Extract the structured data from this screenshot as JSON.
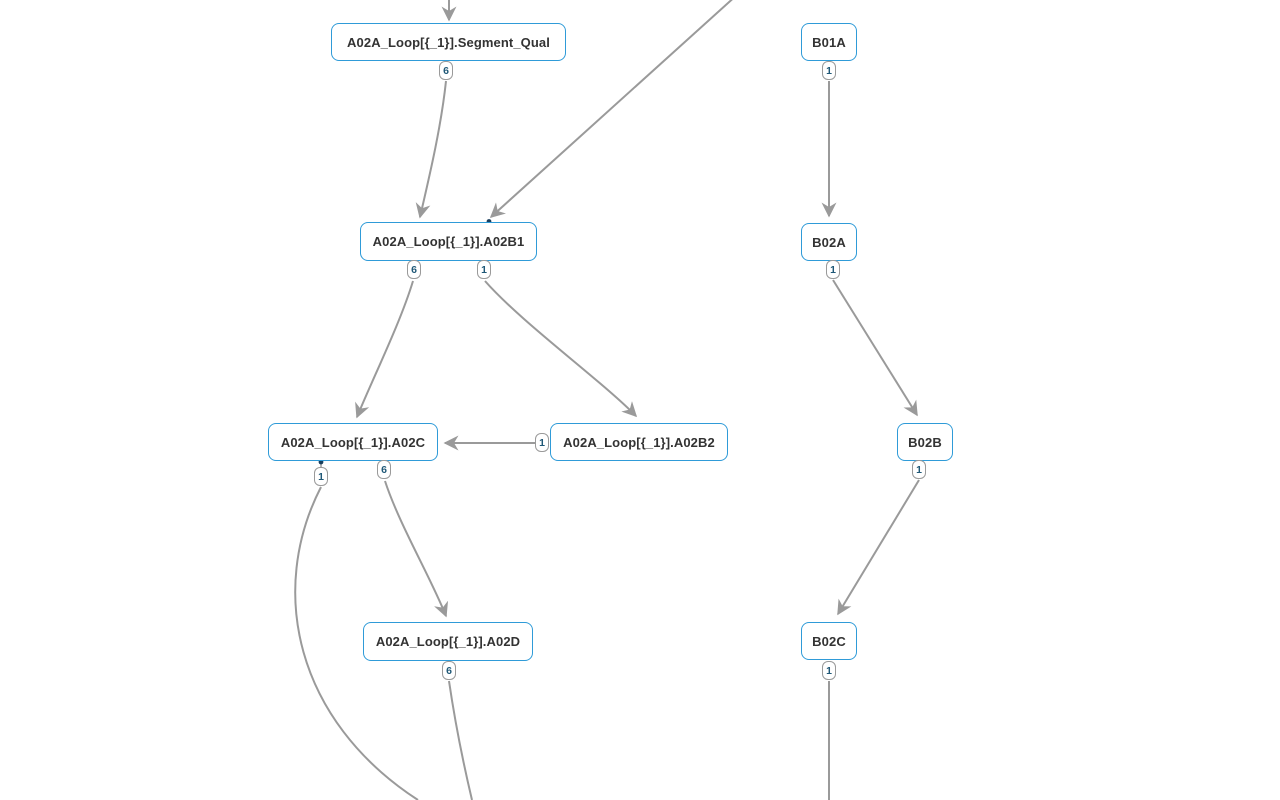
{
  "colors": {
    "node_border": "#2f9bd8",
    "node_text": "#333333",
    "edge": "#9a9a9a",
    "badge_border": "#9a9a9a",
    "badge_text": "#1f5877",
    "port_dot": "#1a3e5c",
    "canvas_bg": "#ffffff"
  },
  "diagram": {
    "nodes": [
      {
        "id": "segment-qual",
        "label": "A02A_Loop[{_1}].Segment_Qual"
      },
      {
        "id": "b01a",
        "label": "B01A"
      },
      {
        "id": "a02b1",
        "label": "A02A_Loop[{_1}].A02B1"
      },
      {
        "id": "b02a",
        "label": "B02A"
      },
      {
        "id": "a02c",
        "label": "A02A_Loop[{_1}].A02C"
      },
      {
        "id": "a02b2",
        "label": "A02A_Loop[{_1}].A02B2"
      },
      {
        "id": "b02b",
        "label": "B02B"
      },
      {
        "id": "a02d",
        "label": "A02A_Loop[{_1}].A02D"
      },
      {
        "id": "b02c",
        "label": "B02C"
      }
    ],
    "badges": [
      {
        "value": "6"
      },
      {
        "value": "1"
      },
      {
        "value": "6"
      },
      {
        "value": "1"
      },
      {
        "value": "1"
      },
      {
        "value": "1"
      },
      {
        "value": "6"
      },
      {
        "value": "1"
      },
      {
        "value": "1"
      },
      {
        "value": "6"
      },
      {
        "value": "1"
      }
    ],
    "edges": [
      {
        "from": "offscreen-top",
        "to": "A02A_Loop[{_1}].Segment_Qual",
        "multiplicity": ""
      },
      {
        "from": "A02A_Loop[{_1}].Segment_Qual",
        "to": "A02A_Loop[{_1}].A02B1",
        "multiplicity": "6"
      },
      {
        "from": "offscreen-top-right",
        "to": "A02A_Loop[{_1}].A02B1",
        "multiplicity": ""
      },
      {
        "from": "A02A_Loop[{_1}].A02B1",
        "to": "A02A_Loop[{_1}].A02C",
        "multiplicity": "6"
      },
      {
        "from": "A02A_Loop[{_1}].A02B1",
        "to": "A02A_Loop[{_1}].A02B2",
        "multiplicity": "1"
      },
      {
        "from": "A02A_Loop[{_1}].A02B2",
        "to": "A02A_Loop[{_1}].A02C",
        "multiplicity": "1"
      },
      {
        "from": "A02A_Loop[{_1}].A02C",
        "to": "A02A_Loop[{_1}].A02D",
        "multiplicity": "6"
      },
      {
        "from": "A02A_Loop[{_1}].A02C",
        "to": "offscreen-bottom",
        "multiplicity": "1"
      },
      {
        "from": "A02A_Loop[{_1}].A02D",
        "to": "offscreen-bottom",
        "multiplicity": "6"
      },
      {
        "from": "B01A",
        "to": "B02A",
        "multiplicity": "1"
      },
      {
        "from": "B02A",
        "to": "B02B",
        "multiplicity": "1"
      },
      {
        "from": "B02B",
        "to": "B02C",
        "multiplicity": "1"
      },
      {
        "from": "B02C",
        "to": "offscreen-bottom",
        "multiplicity": "1"
      }
    ]
  }
}
